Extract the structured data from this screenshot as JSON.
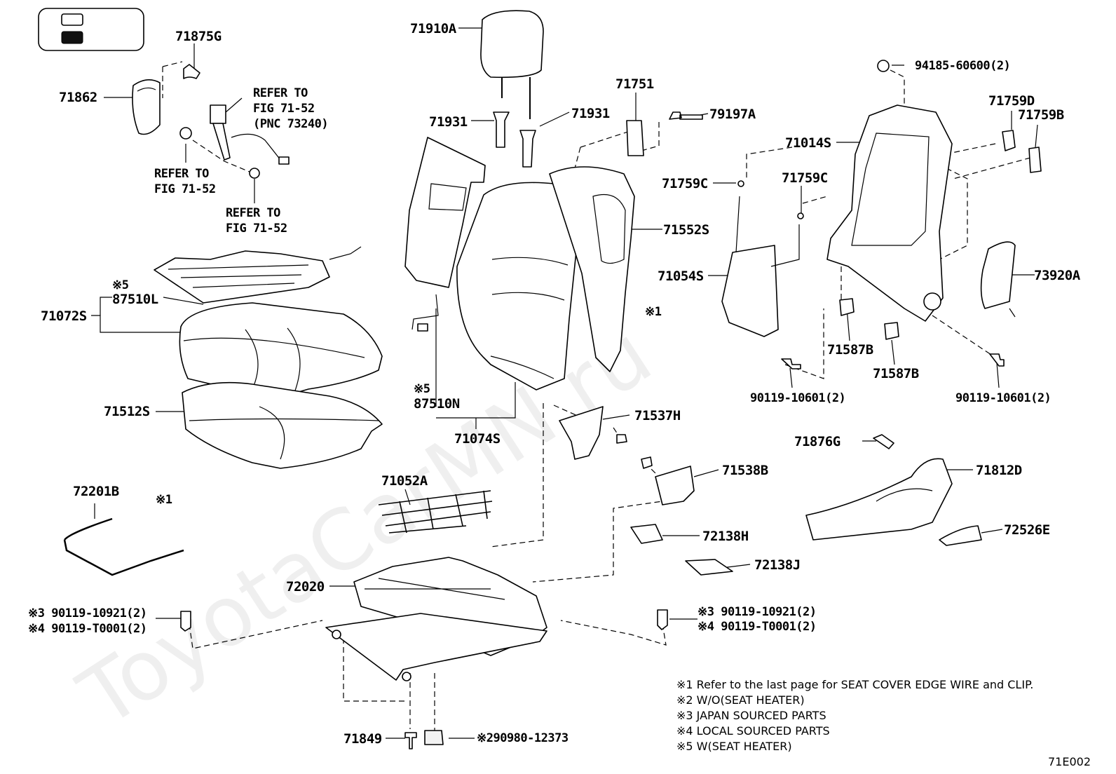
{
  "legend_box": {
    "swatches": [
      "outline",
      "filled"
    ]
  },
  "watermark": "ToyotaCarMN.ru",
  "labels": {
    "l71875G": "71875G",
    "l71862": "71862",
    "refer1a": "REFER TO",
    "refer1b": "FIG 71-52",
    "refer1c": "(PNC 73240)",
    "refer2a": "REFER TO",
    "refer2b": "FIG 71-52",
    "refer3a": "REFER TO",
    "refer3b": "FIG 71-52",
    "l71910A": "71910A",
    "l71931a": "71931",
    "l71931b": "71931",
    "l71751": "71751",
    "l79197A": "79197A",
    "l94185": "94185-60600(2)",
    "l71759D": "71759D",
    "l71759B": "71759B",
    "l71014S": "71014S",
    "l71759Ca": "71759C",
    "l71759Cb": "71759C",
    "l71552S": "71552S",
    "l71054S": "71054S",
    "l73920A": "73920A",
    "mark1a": "※1",
    "l71587Ba": "71587B",
    "l71587Bb": "71587B",
    "l90119a": "90119-10601(2)",
    "l90119b": "90119-10601(2)",
    "mark5a": "※5",
    "l87510L": "87510L",
    "l71072S": "71072S",
    "mark5b": "※5",
    "l87510N": "87510N",
    "l71512S": "71512S",
    "l71074S": "71074S",
    "l71537H": "71537H",
    "l71876G": "71876G",
    "l71812D": "71812D",
    "l71052A": "71052A",
    "l71538B": "71538B",
    "l72201B": "72201B",
    "mark1b": "※1",
    "l72138H": "72138H",
    "l72526E": "72526E",
    "l72138J": "72138J",
    "l72020": "72020",
    "bolt_left_1": "※3 90119-10921(2)",
    "bolt_left_2": "※4 90119-T0001(2)",
    "bolt_right_1": "※3 90119-10921(2)",
    "bolt_right_2": "※4 90119-T0001(2)",
    "l71849": "71849",
    "l90980": "※290980-12373"
  },
  "notes": [
    "※1  Refer to the last page for SEAT COVER EDGE WIRE and CLIP.",
    "※2  W/O(SEAT HEATER)",
    "※3  JAPAN SOURCED PARTS",
    "※4  LOCAL SOURCED PARTS",
    "※5  W(SEAT HEATER)"
  ],
  "figure_code": "71E002"
}
